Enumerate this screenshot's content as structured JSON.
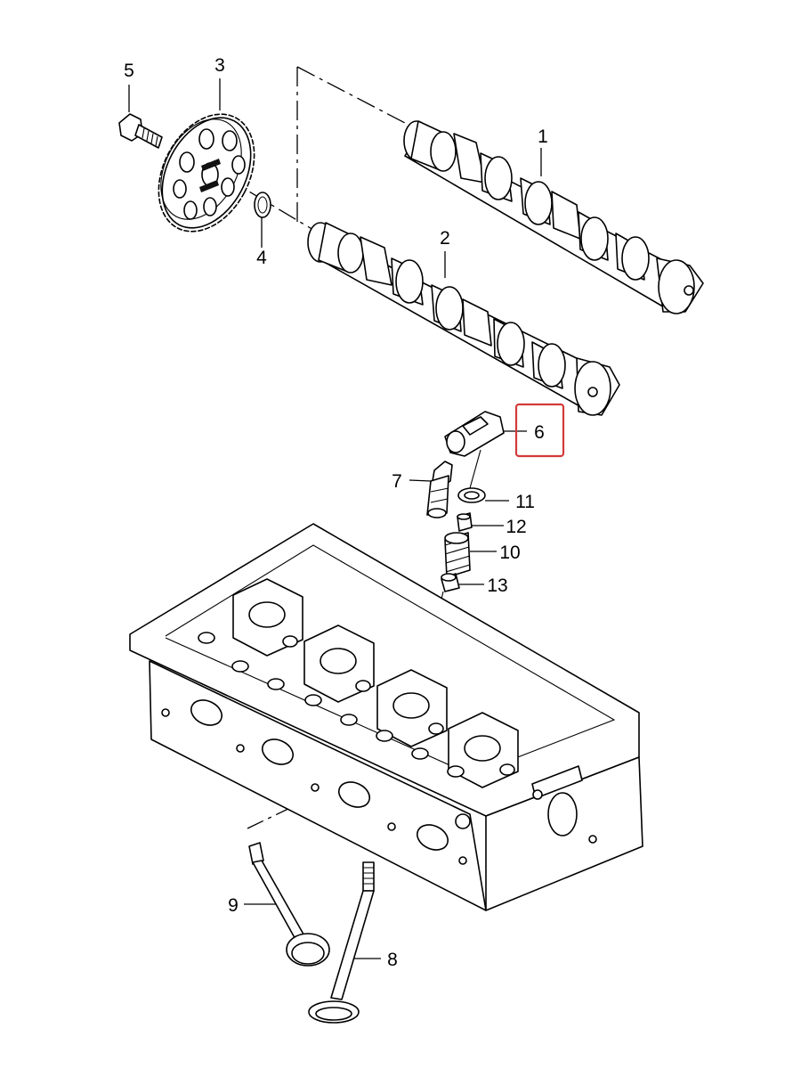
{
  "diagram": {
    "callouts": [
      {
        "id": "1",
        "label": "1"
      },
      {
        "id": "2",
        "label": "2"
      },
      {
        "id": "3",
        "label": "3"
      },
      {
        "id": "4",
        "label": "4"
      },
      {
        "id": "5",
        "label": "5"
      },
      {
        "id": "6",
        "label": "6"
      },
      {
        "id": "7",
        "label": "7"
      },
      {
        "id": "8",
        "label": "8"
      },
      {
        "id": "9",
        "label": "9"
      },
      {
        "id": "10",
        "label": "10"
      },
      {
        "id": "11",
        "label": "11"
      },
      {
        "id": "12",
        "label": "12"
      },
      {
        "id": "13",
        "label": "13"
      }
    ],
    "highlighted_callout": "6",
    "highlight_color": "#d23a3a"
  }
}
